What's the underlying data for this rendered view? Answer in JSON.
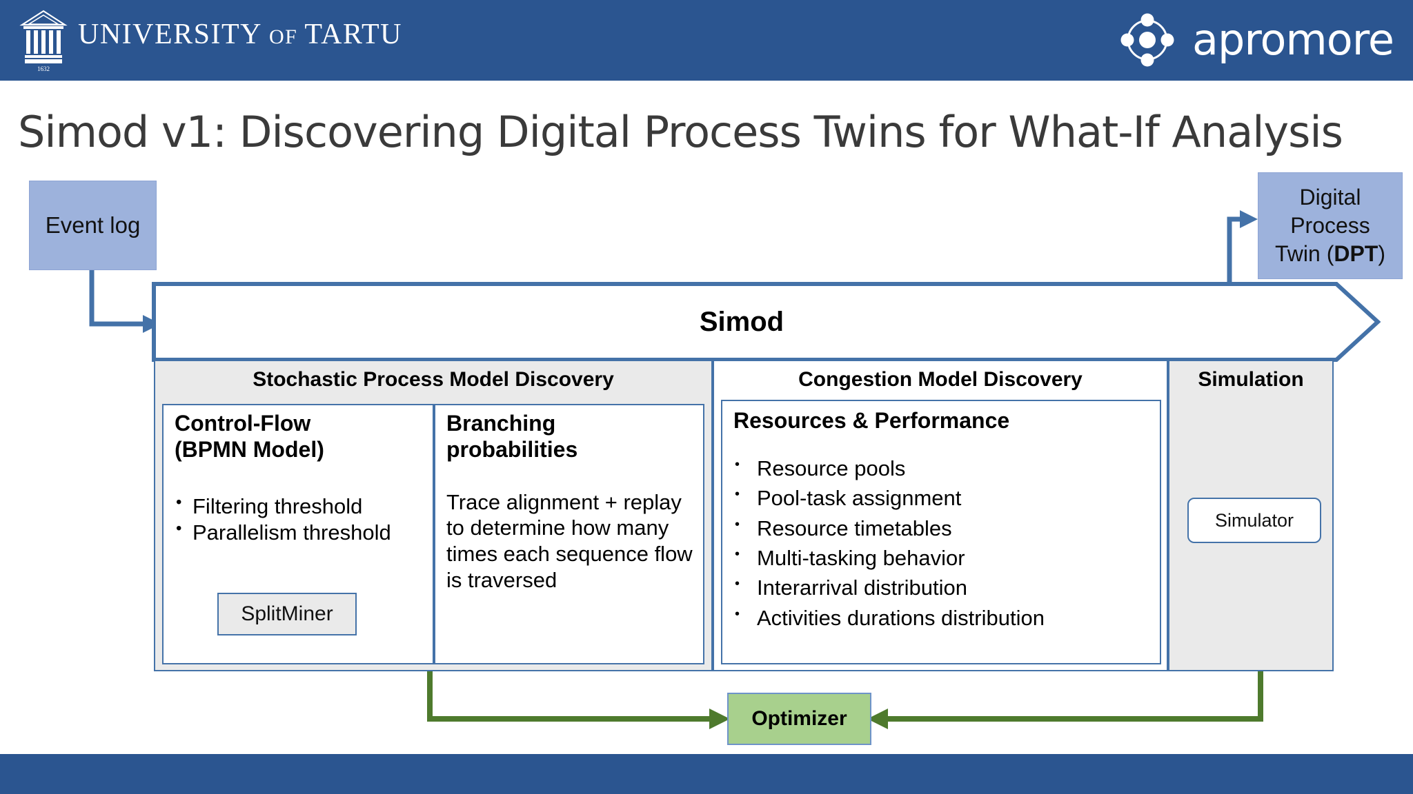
{
  "header": {
    "university": "UNIVERSITY",
    "university_of": "OF",
    "university_name": "TARTU",
    "university_year": "1632",
    "brand": "apromore",
    "bar_color": "#2B5590"
  },
  "title": "Simod v1: Discovering Digital Process Twins for What-If Analysis",
  "diagram": {
    "event_log": "Event log",
    "dpt_line1": "Digital",
    "dpt_line2": "Process",
    "dpt_line3_pre": "Twin (",
    "dpt_line3_bold": "DPT",
    "dpt_line3_post": ")",
    "simod": "Simod",
    "optimizer": "Optimizer",
    "panels": {
      "stochastic": {
        "title": "Stochastic Process Model Discovery",
        "control_flow": {
          "heading_line1": "Control-Flow",
          "heading_line2": "(BPMN Model)",
          "bullets": [
            "Filtering threshold",
            "Parallelism threshold"
          ],
          "tool": "SplitMiner"
        },
        "branching": {
          "heading_line1": "Branching",
          "heading_line2": "probabilities",
          "body": "Trace alignment + replay to determine how many times each sequence flow is traversed"
        }
      },
      "congestion": {
        "title": "Congestion Model Discovery",
        "resources": {
          "heading": "Resources & Performance",
          "bullets": [
            "Resource pools",
            "Pool-task assignment",
            "Resource timetables",
            "Multi-tasking behavior",
            "Interarrival distribution",
            "Activities durations distribution"
          ]
        }
      },
      "simulation": {
        "title": "Simulation",
        "simulator": "Simulator"
      }
    },
    "colors": {
      "accent_blue": "#4472A8",
      "box_blue_fill": "#9DB2DC",
      "panel_gray": "#EAEAEA",
      "optimizer_green": "#A8D08D",
      "arrow_green": "#4E7A2D",
      "header_blue": "#2B5590"
    }
  }
}
